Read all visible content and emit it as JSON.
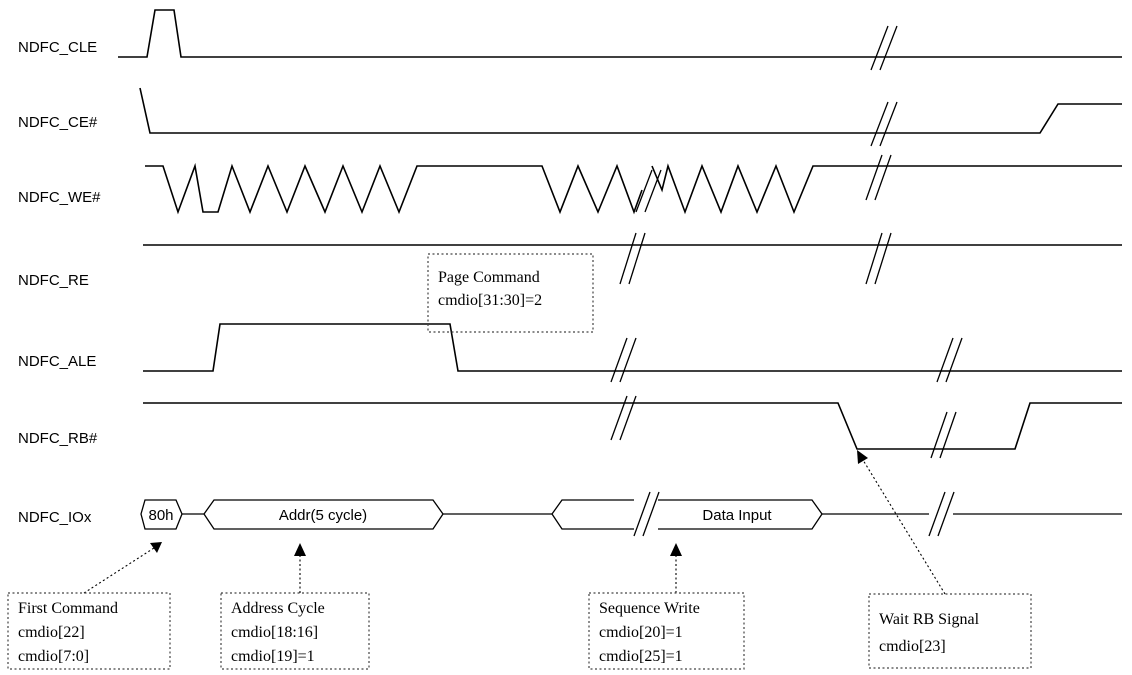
{
  "signals": [
    {
      "id": "cle",
      "label": "NDFC_CLE"
    },
    {
      "id": "ce",
      "label": "NDFC_CE#"
    },
    {
      "id": "we",
      "label": "NDFC_WE#"
    },
    {
      "id": "re",
      "label": "NDFC_RE"
    },
    {
      "id": "ale",
      "label": "NDFC_ALE"
    },
    {
      "id": "rb",
      "label": "NDFC_RB#"
    },
    {
      "id": "io",
      "label": "NDFC_IOx"
    }
  ],
  "bus_values": {
    "cmd": "80h",
    "addr": "Addr(5 cycle)",
    "data": "Data Input"
  },
  "annotations": {
    "page_command": {
      "lines": [
        "Page Command",
        "cmdio[31:30]=2"
      ]
    },
    "first_command": {
      "lines": [
        "First Command",
        "cmdio[22]",
        "cmdio[7:0]"
      ]
    },
    "address_cycle": {
      "lines": [
        "Address Cycle",
        "cmdio[18:16]",
        "cmdio[19]=1"
      ]
    },
    "sequence_write": {
      "lines": [
        "Sequence Write",
        "cmdio[20]=1",
        "cmdio[25]=1"
      ]
    },
    "wait_rb": {
      "lines": [
        "Wait RB Signal",
        "cmdio[23]"
      ]
    }
  }
}
